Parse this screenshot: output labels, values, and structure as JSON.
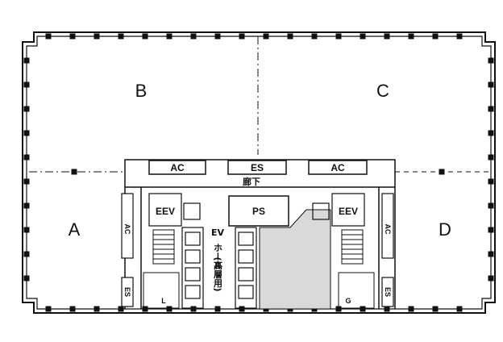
{
  "zones": {
    "a": "A",
    "b": "B",
    "c": "C",
    "d": "D"
  },
  "labels": {
    "ac_left": "AC",
    "es_top": "ES",
    "ac_right": "AC",
    "corridor": "廊下",
    "ps": "PS",
    "eev_left": "EEV",
    "eev_right": "EEV",
    "ev_hall_v1": "EV",
    "ev_hall_v2": "ホール",
    "ev_hall_v3": "(高層用)",
    "ac_vertical": "AC",
    "es_vertical": "ES",
    "toilet_l": "L",
    "toilet_g": "G"
  },
  "colors": {
    "line": "#111111",
    "shaded": "#d9d9d9"
  }
}
